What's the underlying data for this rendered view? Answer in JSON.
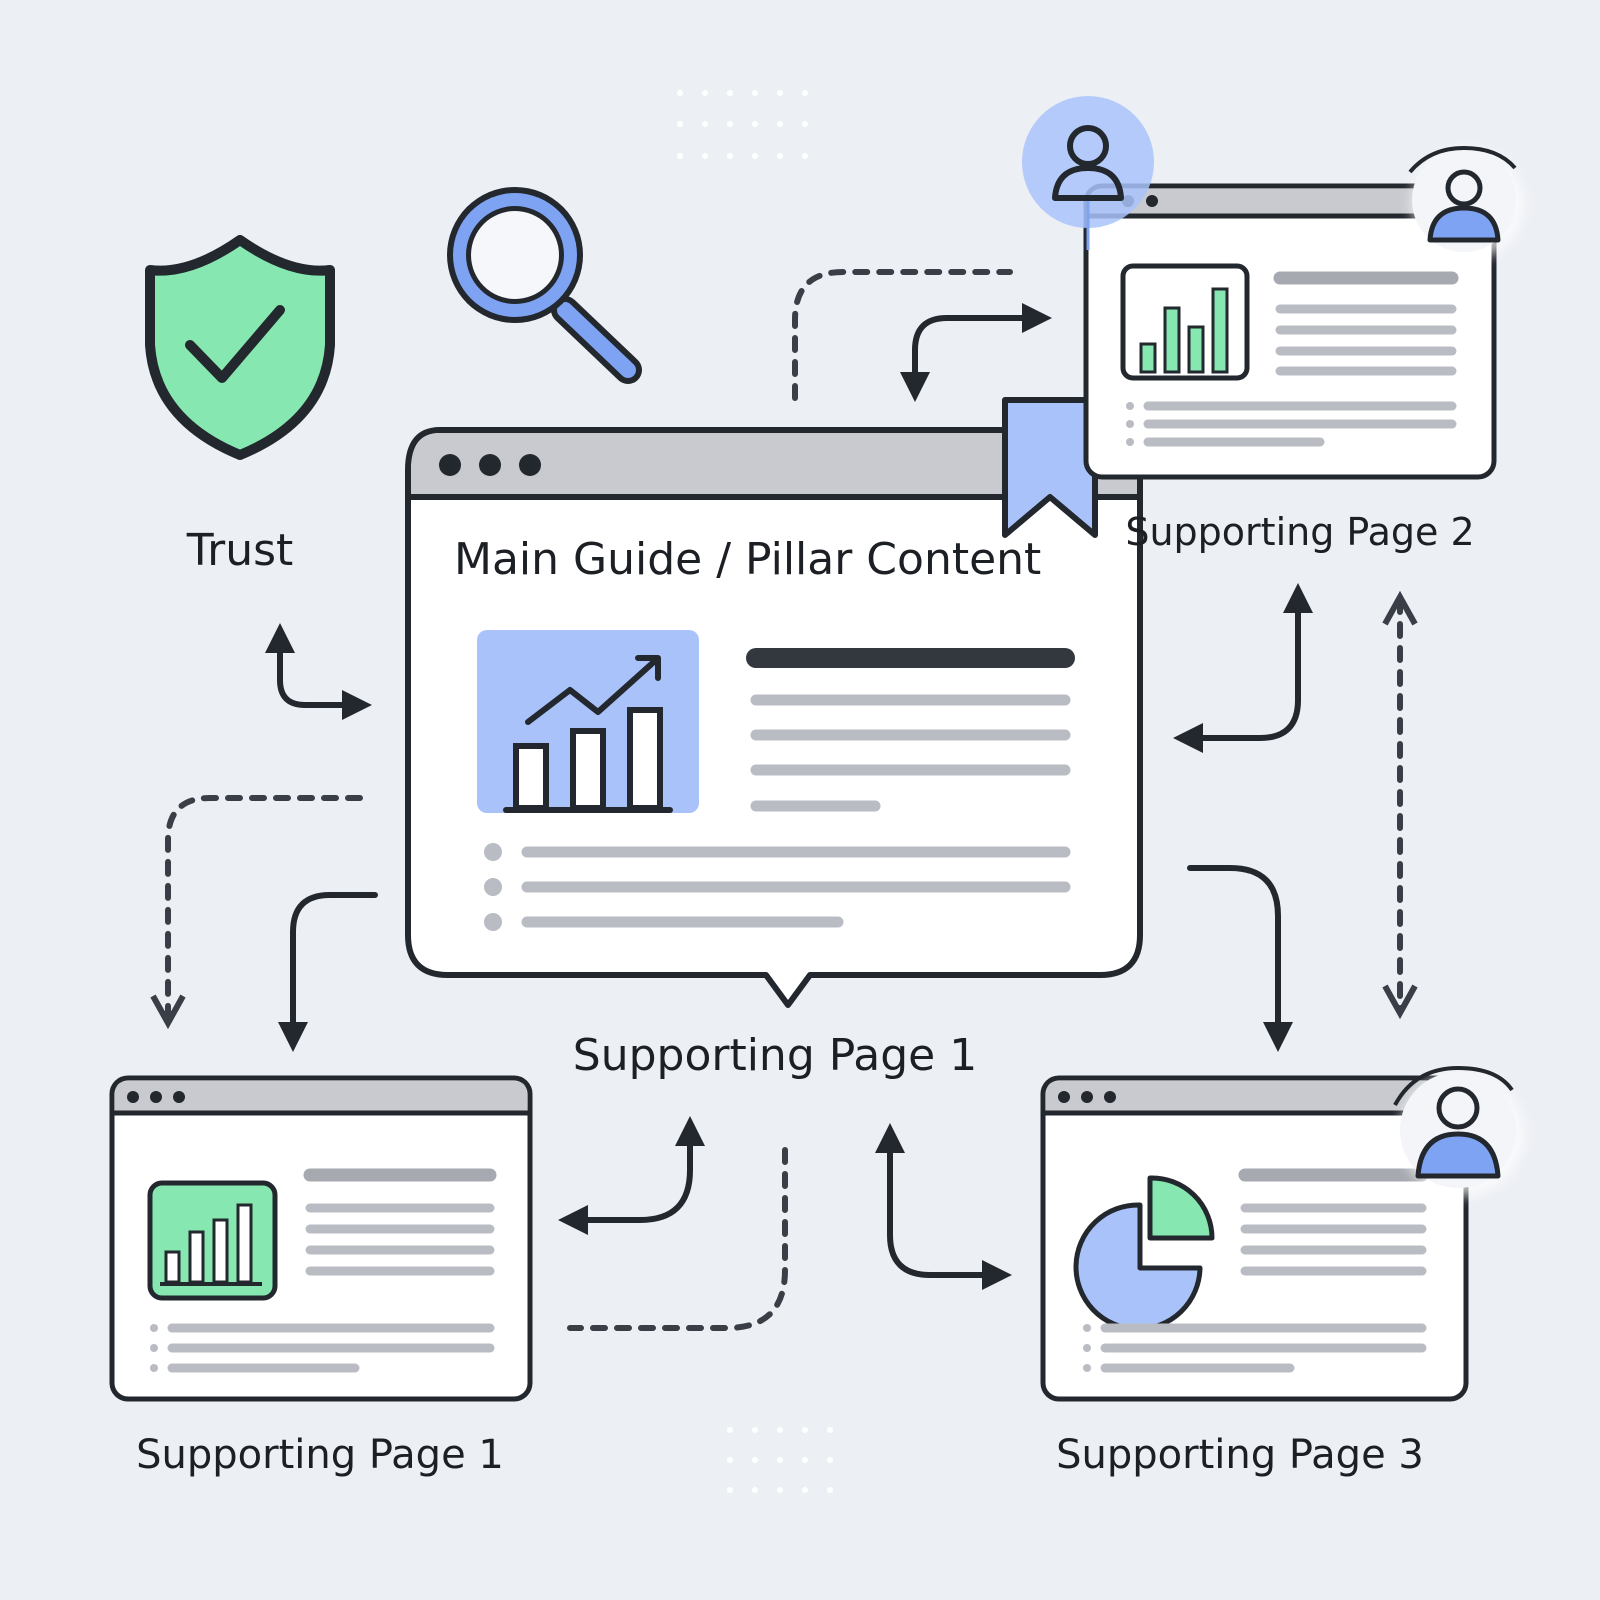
{
  "labels": {
    "trust": "Trust",
    "main_title": "Main Guide / Pillar Content",
    "center_caption": "Supporting Page 1",
    "supporting_page_1": "Supporting Page 1",
    "supporting_page_2": "Supporting Page 2",
    "supporting_page_3": "Supporting Page 3"
  },
  "icons": {
    "trust": "shield-check-icon",
    "search": "magnifying-glass-icon",
    "bookmark": "bookmark-icon",
    "user": "user-icon",
    "main_chart": "line-bar-chart-icon",
    "page1_chart": "bar-chart-icon",
    "page2_chart": "bar-chart-icon",
    "page3_chart": "pie-chart-icon"
  },
  "colors": {
    "background": "#eceff4",
    "outline": "#23272e",
    "accent_blue": "#7ea3f2",
    "accent_blue_light": "#a9c3fa",
    "accent_green": "#86e8b0",
    "text_line": "#b9bcc3",
    "titlebar": "#c8cacf"
  }
}
